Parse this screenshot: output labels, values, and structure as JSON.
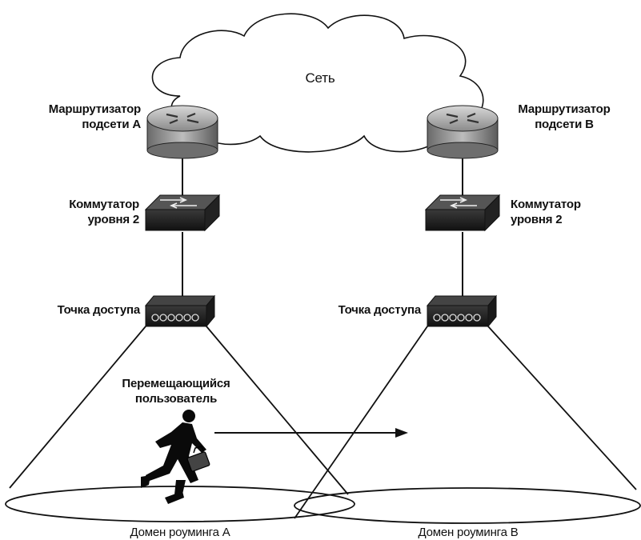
{
  "network": {
    "label": "Сеть"
  },
  "router_a": {
    "label_line1": "Маршрутизатор",
    "label_line2": "подсети А"
  },
  "router_b": {
    "label_line1": "Маршрутизатор",
    "label_line2": "подсети В"
  },
  "switch_a": {
    "label_line1": "Коммутатор",
    "label_line2": "уровня 2"
  },
  "switch_b": {
    "label_line1": "Коммутатор",
    "label_line2": "уровня 2"
  },
  "ap_a": {
    "label": "Точка доступа"
  },
  "ap_b": {
    "label": "Точка доступа"
  },
  "user": {
    "label_line1": "Перемещающийся",
    "label_line2": "пользователь"
  },
  "domain_a": {
    "label": "Домен роуминга А"
  },
  "domain_b": {
    "label": "Домен роуминга В"
  }
}
